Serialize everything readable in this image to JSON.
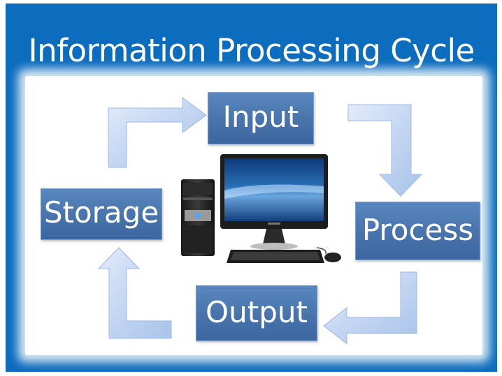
{
  "title": "Information Processing Cycle",
  "nodes": {
    "input": "Input",
    "process": "Process",
    "output": "Output",
    "storage": "Storage"
  },
  "colors": {
    "background": "#0c6cbd",
    "panel": "#ffffff",
    "node_fill": "#4a76ad",
    "arrow_fill": "#c8d9f3"
  },
  "flow": [
    "Input",
    "Process",
    "Output",
    "Storage",
    "Input"
  ],
  "center_image": "desktop-computer-icon"
}
